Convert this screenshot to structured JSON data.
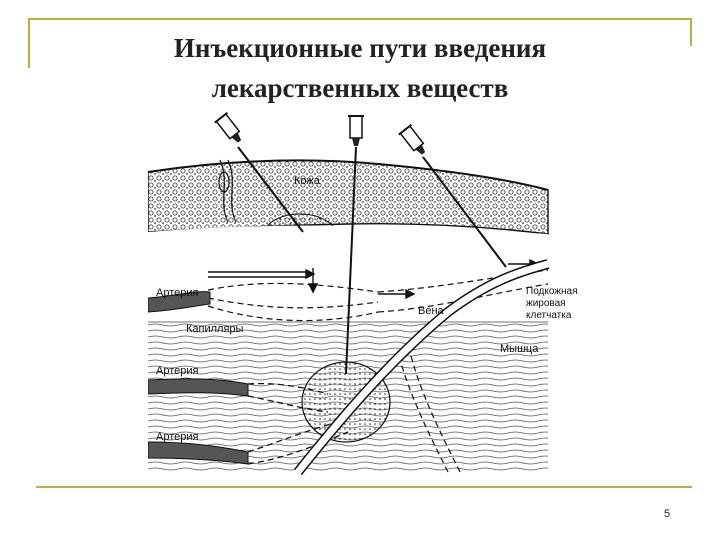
{
  "slide": {
    "title_line1": "Инъекционные пути введения",
    "title_line2": "лекарственных веществ",
    "page_number": "5",
    "accent_color": "#c9a93a"
  },
  "diagram": {
    "labels": {
      "skin": "Кожа",
      "artery_top": "Артерия",
      "capillaries": "Капилляры",
      "vein": "Вена",
      "subcutaneous_line1": "Подкожная",
      "subcutaneous_line2": "жировая",
      "subcutaneous_line3": "клетчатка",
      "muscle": "Мышца",
      "artery_middle": "Артерия",
      "artery_bottom": "Артерия"
    },
    "icons": [
      "syringe-icon",
      "syringe-icon",
      "syringe-icon"
    ]
  }
}
